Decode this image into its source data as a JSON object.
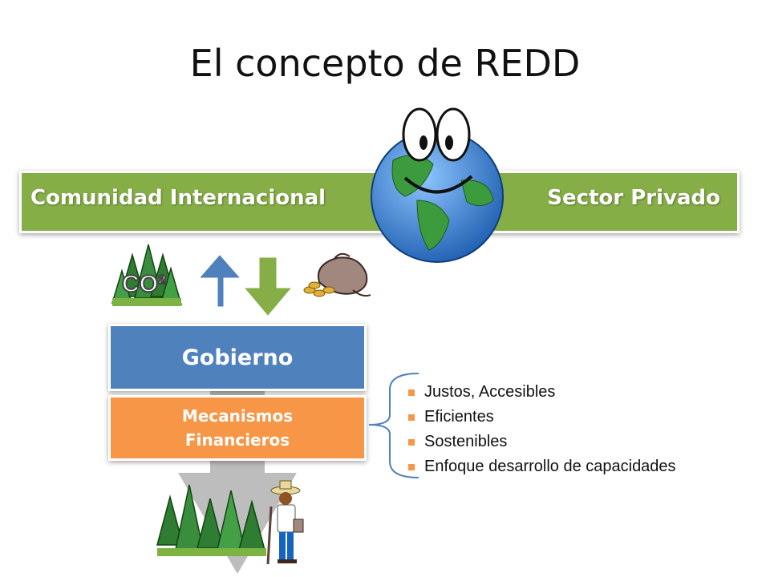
{
  "title": "El concepto de REDD",
  "banner": {
    "left_label": "Comunidad Internacional",
    "right_label": "Sector Privado",
    "color": "#86ae46"
  },
  "co2_label": "CO²",
  "gobierno": {
    "label": "Gobierno",
    "color": "#4f81bd"
  },
  "mecanismos": {
    "line1": "Mecanismos",
    "line2": "Financieros",
    "color": "#f79646"
  },
  "criteria": [
    "Justos, Accesibles",
    "Eficientes",
    "Sostenibles",
    "Enfoque desarrollo de capacidades"
  ],
  "icons": {
    "globe": "smiling-earth-icon",
    "forest": "forest-icon",
    "money": "money-bag-icon",
    "farmer": "farmer-icon"
  }
}
